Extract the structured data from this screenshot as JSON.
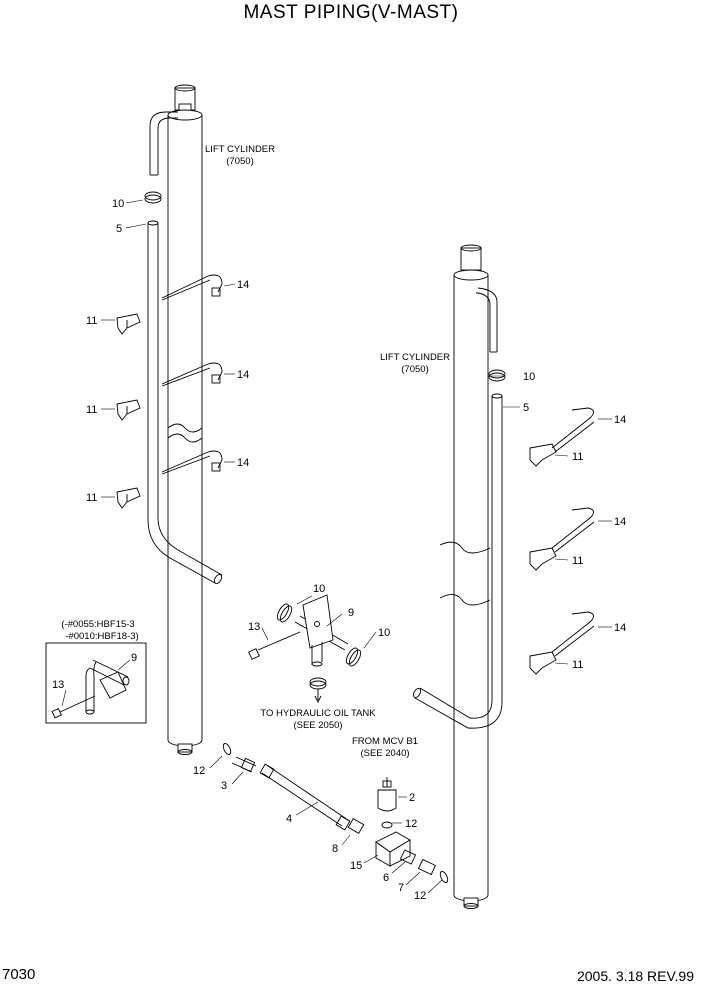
{
  "title": "MAST PIPING(V-MAST)",
  "page_number": "7030",
  "revision": "2005. 3.18 REV.99",
  "notes": {
    "left_cylinder_1": "LIFT CYLINDER",
    "left_cylinder_2": "(7050)",
    "right_cylinder_1": "LIFT CYLINDER",
    "right_cylinder_2": "(7050)",
    "tank_1": "TO HYDRAULIC OIL TANK",
    "tank_2": "(SEE 2050)",
    "mcv_1": "FROM MCV B1",
    "mcv_2": "(SEE 2040)",
    "variant_1": "(-#0055:HBF15-3",
    "variant_2": "-#0010:HBF18-3)"
  },
  "callouts": {
    "c10a": "10",
    "c5a": "5",
    "c14a": "14",
    "c14b": "14",
    "c14c": "14",
    "c11a": "11",
    "c11b": "11",
    "c11c": "11",
    "c10b": "10",
    "c5b": "5",
    "c14d": "14",
    "c14e": "14",
    "c14f": "14",
    "c11d": "11",
    "c11e": "11",
    "c11f": "11",
    "c10c": "10",
    "c9a": "9",
    "c13a": "13",
    "c10d": "10",
    "c9b": "9",
    "c13b": "13",
    "c12a": "12",
    "c3": "3",
    "c4": "4",
    "c2": "2",
    "c12b": "12",
    "c8": "8",
    "c15": "15",
    "c6": "6",
    "c7": "7",
    "c12c": "12"
  }
}
